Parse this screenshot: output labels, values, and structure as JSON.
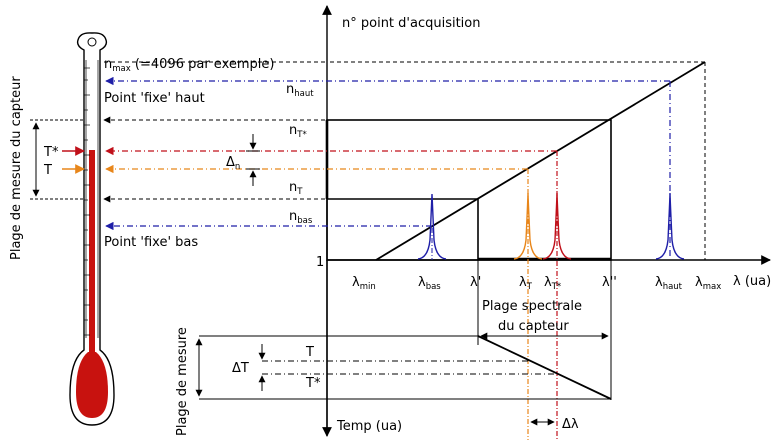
{
  "axis": {
    "y_label": "n° point d'acquisition",
    "x_label": "λ (ua)",
    "origin_label": "1",
    "temp_label": "Temp (ua)"
  },
  "levels": {
    "nmax_main": "n",
    "nmax_sub": "max",
    "nmax_note": "(=4096 par exemple)",
    "nhaut_main": "n",
    "nhaut_sub": "haut",
    "nT_star_main": "n",
    "nT_star_sub": "T*",
    "nT_main": "n",
    "nT_sub": "T",
    "nbas_main": "n",
    "nbas_sub": "bas",
    "delta_n_main": "Δ",
    "delta_n_sub": "n"
  },
  "lambda_ticks": {
    "lmin_main": "λ",
    "lmin_sub": "min",
    "lbas_main": "λ",
    "lbas_sub": "bas",
    "lprime": "λ'",
    "lT_main": "λ",
    "lT_sub": "T",
    "lTstar_main": "λ",
    "lTstar_sub": "T*",
    "lsecond": "λ''",
    "lhaut_main": "λ",
    "lhaut_sub": "haut",
    "lmax_main": "λ",
    "lmax_sub": "max"
  },
  "annotations": {
    "fixed_high": "Point 'fixe' haut",
    "fixed_low": "Point 'fixe' bas",
    "spectral_range_1": "Plage spectrale",
    "spectral_range_2": "du capteur",
    "delta_lambda": "Δλ",
    "delta_T": "ΔT",
    "T": "T",
    "T_star": "T*",
    "sensor_range": "Plage de mesure du capteur",
    "measure_range": "Plage de mesure"
  },
  "colors": {
    "blue": "#1f1fa8",
    "orange": "#e8861a",
    "red": "#c0101a",
    "thermometer_red": "#c8120f"
  }
}
